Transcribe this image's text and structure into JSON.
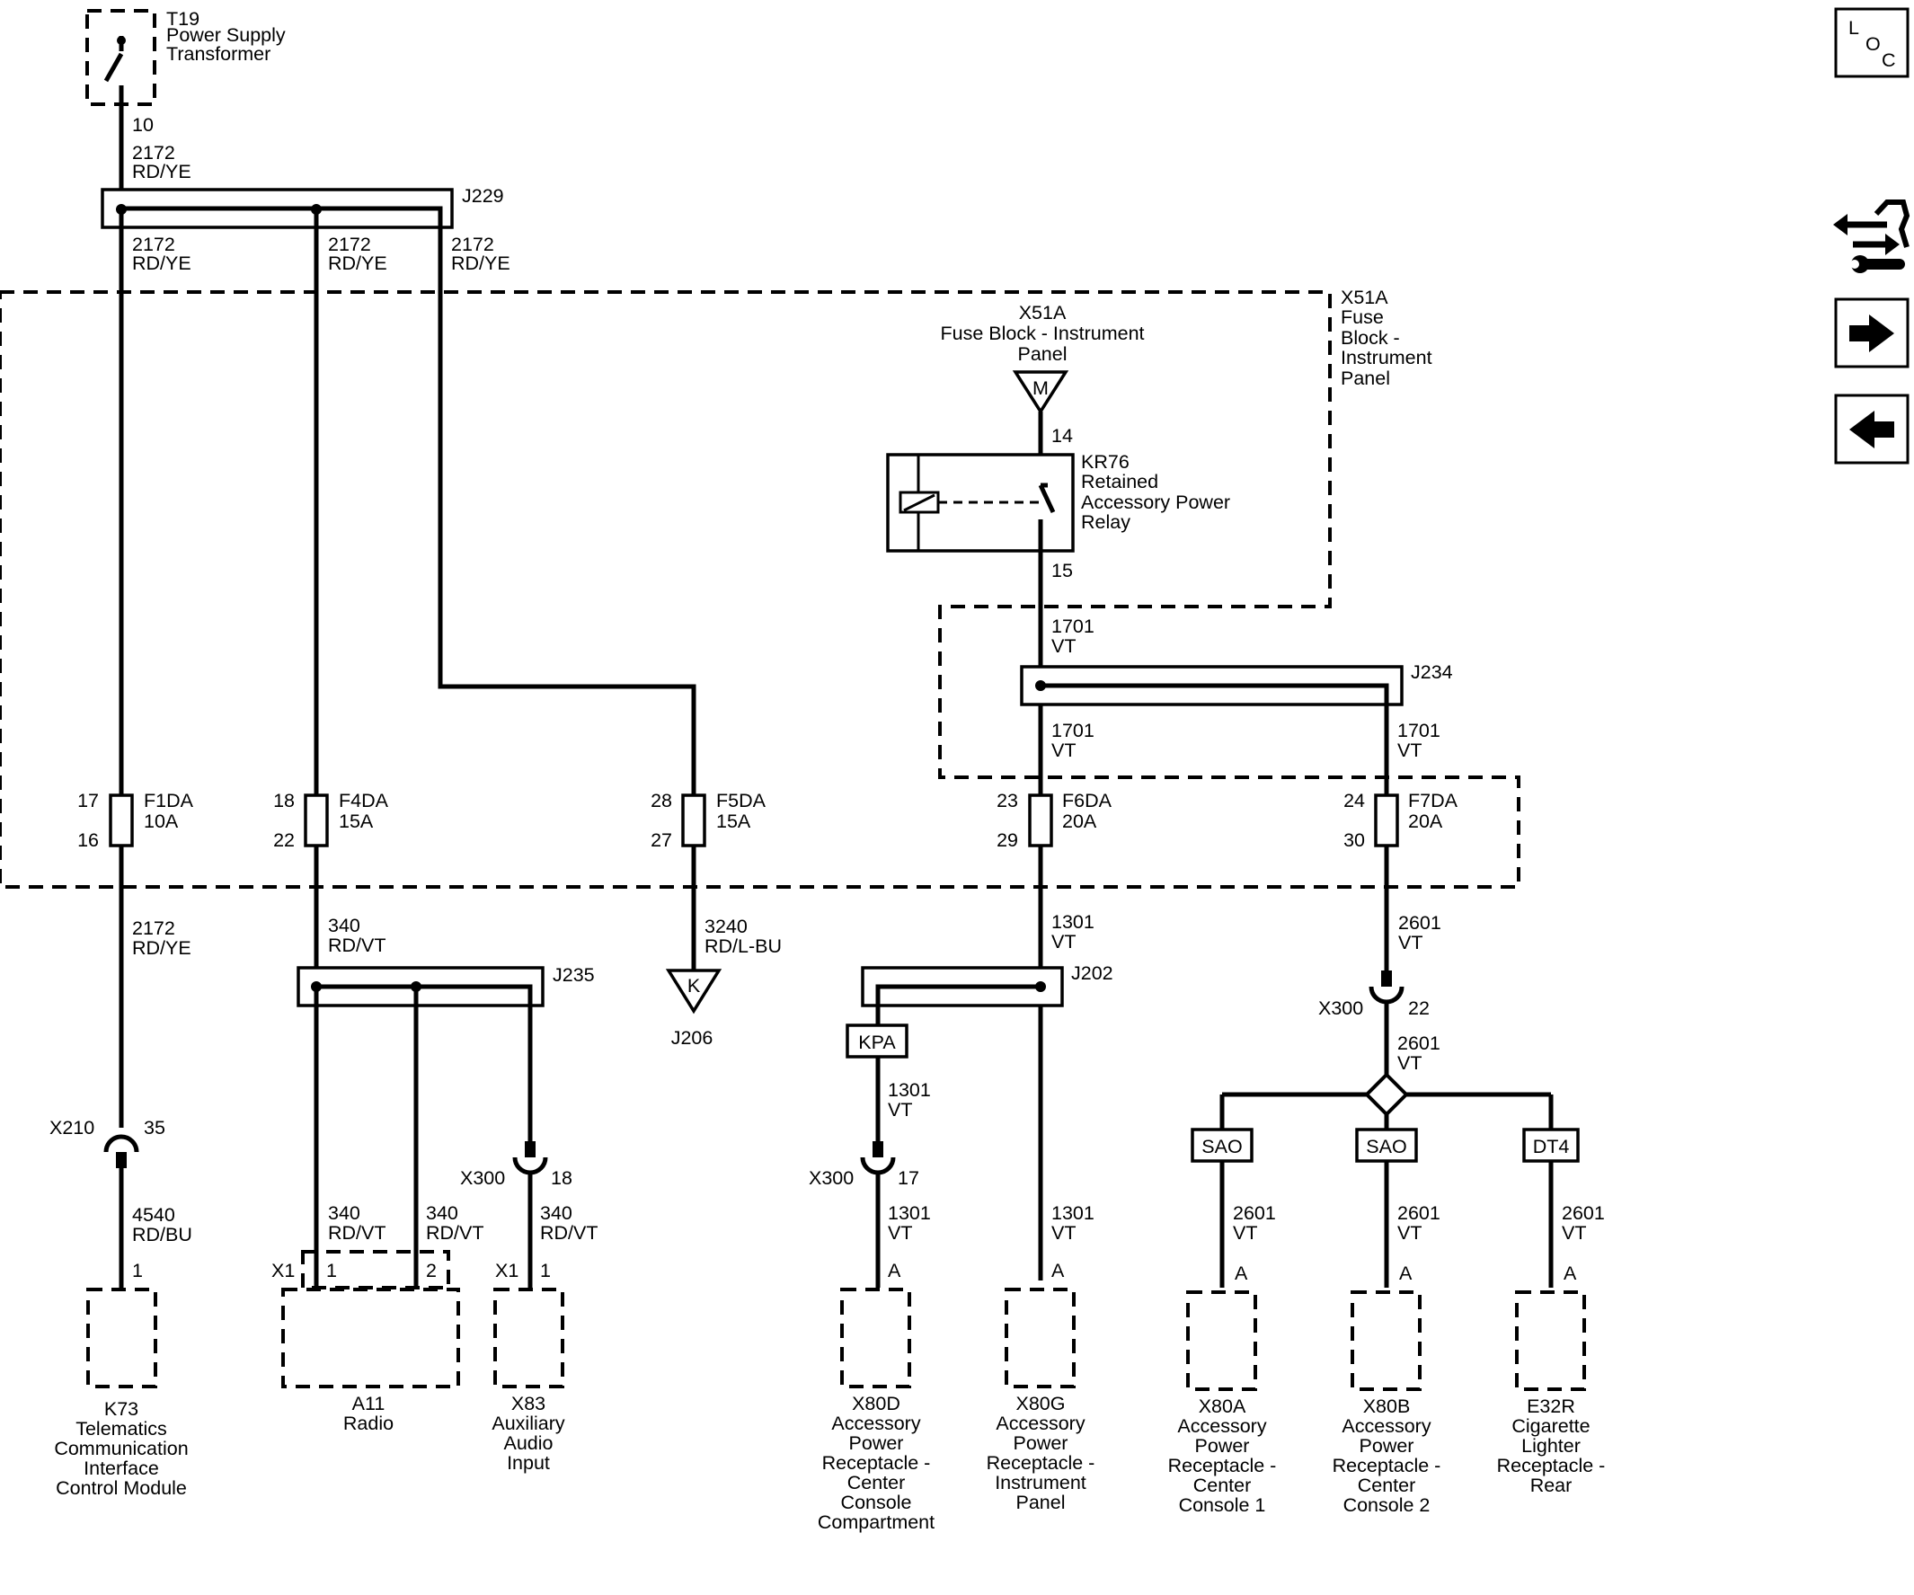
{
  "t19": {
    "ref": "T19",
    "l1": "Power Supply",
    "l2": "Transformer",
    "pin": "10"
  },
  "w_top": {
    "c": "2172",
    "col": "RD/YE"
  },
  "j229": "J229",
  "w_j229": [
    {
      "c": "2172",
      "col": "RD/YE"
    },
    {
      "c": "2172",
      "col": "RD/YE"
    },
    {
      "c": "2172",
      "col": "RD/YE"
    }
  ],
  "x51a": {
    "ref": "X51A",
    "name": "Fuse Block - Instrument",
    "name2": "Panel",
    "conn": "M",
    "pin_in": "14",
    "side_ref": "X51A",
    "side1": "Fuse",
    "side2": "Block -",
    "side3": "Instrument",
    "side4": "Panel"
  },
  "kr76": {
    "ref": "KR76",
    "l1": "Retained",
    "l2": "Accessory Power",
    "l3": "Relay",
    "pin_out": "15"
  },
  "w_1701": {
    "c": "1701",
    "col": "VT"
  },
  "j234": "J234",
  "w_j234": [
    {
      "c": "1701",
      "col": "VT"
    },
    {
      "c": "1701",
      "col": "VT"
    }
  ],
  "fuses": [
    {
      "top": "17",
      "bot": "16",
      "name": "F1DA",
      "amp": "10A"
    },
    {
      "top": "18",
      "bot": "22",
      "name": "F4DA",
      "amp": "15A"
    },
    {
      "top": "28",
      "bot": "27",
      "name": "F5DA",
      "amp": "15A"
    },
    {
      "top": "23",
      "bot": "29",
      "name": "F6DA",
      "amp": "20A"
    },
    {
      "top": "24",
      "bot": "30",
      "name": "F7DA",
      "amp": "20A"
    }
  ],
  "w_below": [
    {
      "c": "2172",
      "col": "RD/YE"
    },
    {
      "c": "340",
      "col": "RD/VT"
    },
    {
      "c": "3240",
      "col": "RD/L-BU"
    },
    {
      "c": "1301",
      "col": "VT"
    },
    {
      "c": "2601",
      "col": "VT"
    }
  ],
  "j235": "J235",
  "j202": "J202",
  "k_conn": {
    "ref": "K",
    "name": "J206"
  },
  "x210": {
    "ref": "X210",
    "pin": "35"
  },
  "x300_aux": {
    "ref": "X300",
    "pin": "18"
  },
  "x300_cc": {
    "ref": "X300",
    "pin": "17"
  },
  "x300_r": {
    "ref": "X300",
    "pin": "22"
  },
  "kpa": "KPA",
  "sao1": "SAO",
  "sao2": "SAO",
  "dt4": "DT4",
  "w_lower": {
    "k73": {
      "c": "4540",
      "col": "RD/BU"
    },
    "a11a": {
      "c": "340",
      "col": "RD/VT"
    },
    "a11b": {
      "c": "340",
      "col": "RD/VT"
    },
    "x83": {
      "c": "340",
      "col": "RD/VT"
    },
    "kpa": {
      "c": "1301",
      "col": "VT"
    },
    "x80d": {
      "c": "1301",
      "col": "VT"
    },
    "x80g": {
      "c": "1301",
      "col": "VT"
    },
    "r22": {
      "c": "2601",
      "col": "VT"
    },
    "x80a": {
      "c": "2601",
      "col": "VT"
    },
    "x80b": {
      "c": "2601",
      "col": "VT"
    },
    "e32r": {
      "c": "2601",
      "col": "VT"
    }
  },
  "pins": {
    "k73": "1",
    "a11_conn": "X1",
    "a11_p1": "1",
    "a11_p2": "2",
    "x83_conn": "X1",
    "x83_p1": "1",
    "x80d": "A",
    "x80g": "A",
    "x80a": "A",
    "x80b": "A",
    "e32r": "A"
  },
  "components": {
    "k73": [
      "K73",
      "Telematics",
      "Communication",
      "Interface",
      "Control Module"
    ],
    "a11": [
      "A11",
      "Radio"
    ],
    "x83": [
      "X83",
      "Auxiliary",
      "Audio",
      "Input"
    ],
    "x80d": [
      "X80D",
      "Accessory",
      "Power",
      "Receptacle -",
      "Center",
      "Console",
      "Compartment"
    ],
    "x80g": [
      "X80G",
      "Accessory",
      "Power",
      "Receptacle -",
      "Instrument",
      "Panel"
    ],
    "x80a": [
      "X80A",
      "Accessory",
      "Power",
      "Receptacle -",
      "Center",
      "Console 1"
    ],
    "x80b": [
      "X80B",
      "Accessory",
      "Power",
      "Receptacle -",
      "Center",
      "Console 2"
    ],
    "e32r": [
      "E32R",
      "Cigarette",
      "Lighter",
      "Receptacle -",
      "Rear"
    ]
  },
  "loc": {
    "l": "L",
    "o": "O",
    "c": "C"
  },
  "icons": [
    "loc-icon",
    "wrench-arrows-icon",
    "arrow-right-icon",
    "arrow-left-icon"
  ]
}
